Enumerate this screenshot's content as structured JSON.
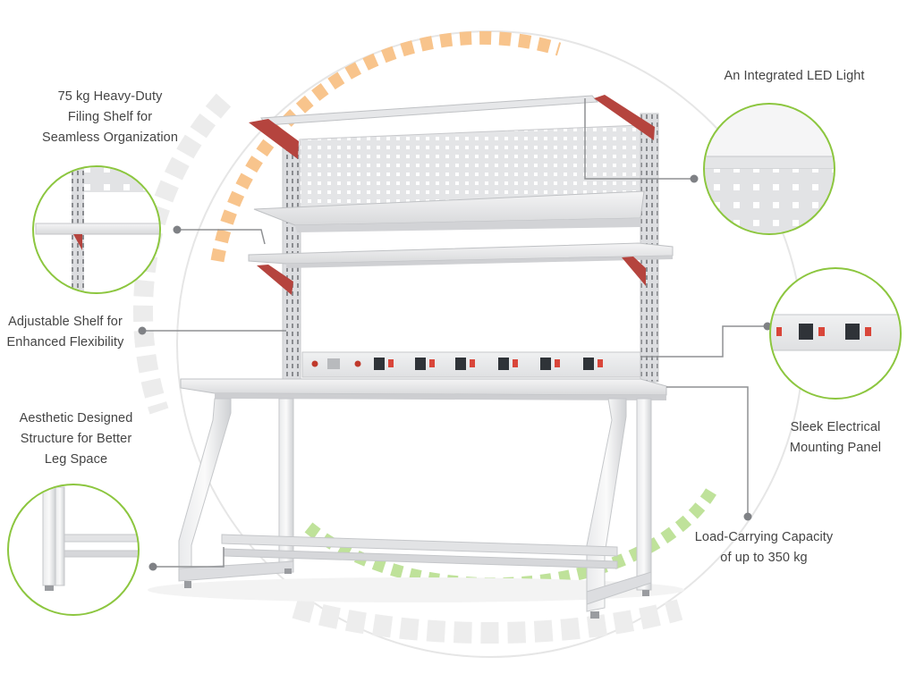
{
  "features": {
    "filing_shelf": {
      "lines": [
        "75 kg Heavy-Duty",
        "Filing Shelf for",
        "Seamless Organization"
      ]
    },
    "led_light": {
      "lines": [
        "An Integrated LED Light"
      ]
    },
    "adjustable_shelf": {
      "lines": [
        "Adjustable Shelf for",
        "Enhanced Flexibility"
      ]
    },
    "electrical_panel": {
      "lines": [
        "Sleek Electrical",
        "Mounting Panel"
      ]
    },
    "leg_structure": {
      "lines": [
        "Aesthetic Designed",
        "Structure for Better",
        "Leg Space"
      ]
    },
    "load_capacity": {
      "lines": [
        "Load-Carrying Capacity",
        "of up to 350 kg"
      ]
    }
  },
  "colors": {
    "accent_green": "#8cc63f",
    "accent_orange": "#f7b267",
    "bracket_red": "#b5443e",
    "frame_grey": "#d9dadc",
    "text": "#444444"
  }
}
